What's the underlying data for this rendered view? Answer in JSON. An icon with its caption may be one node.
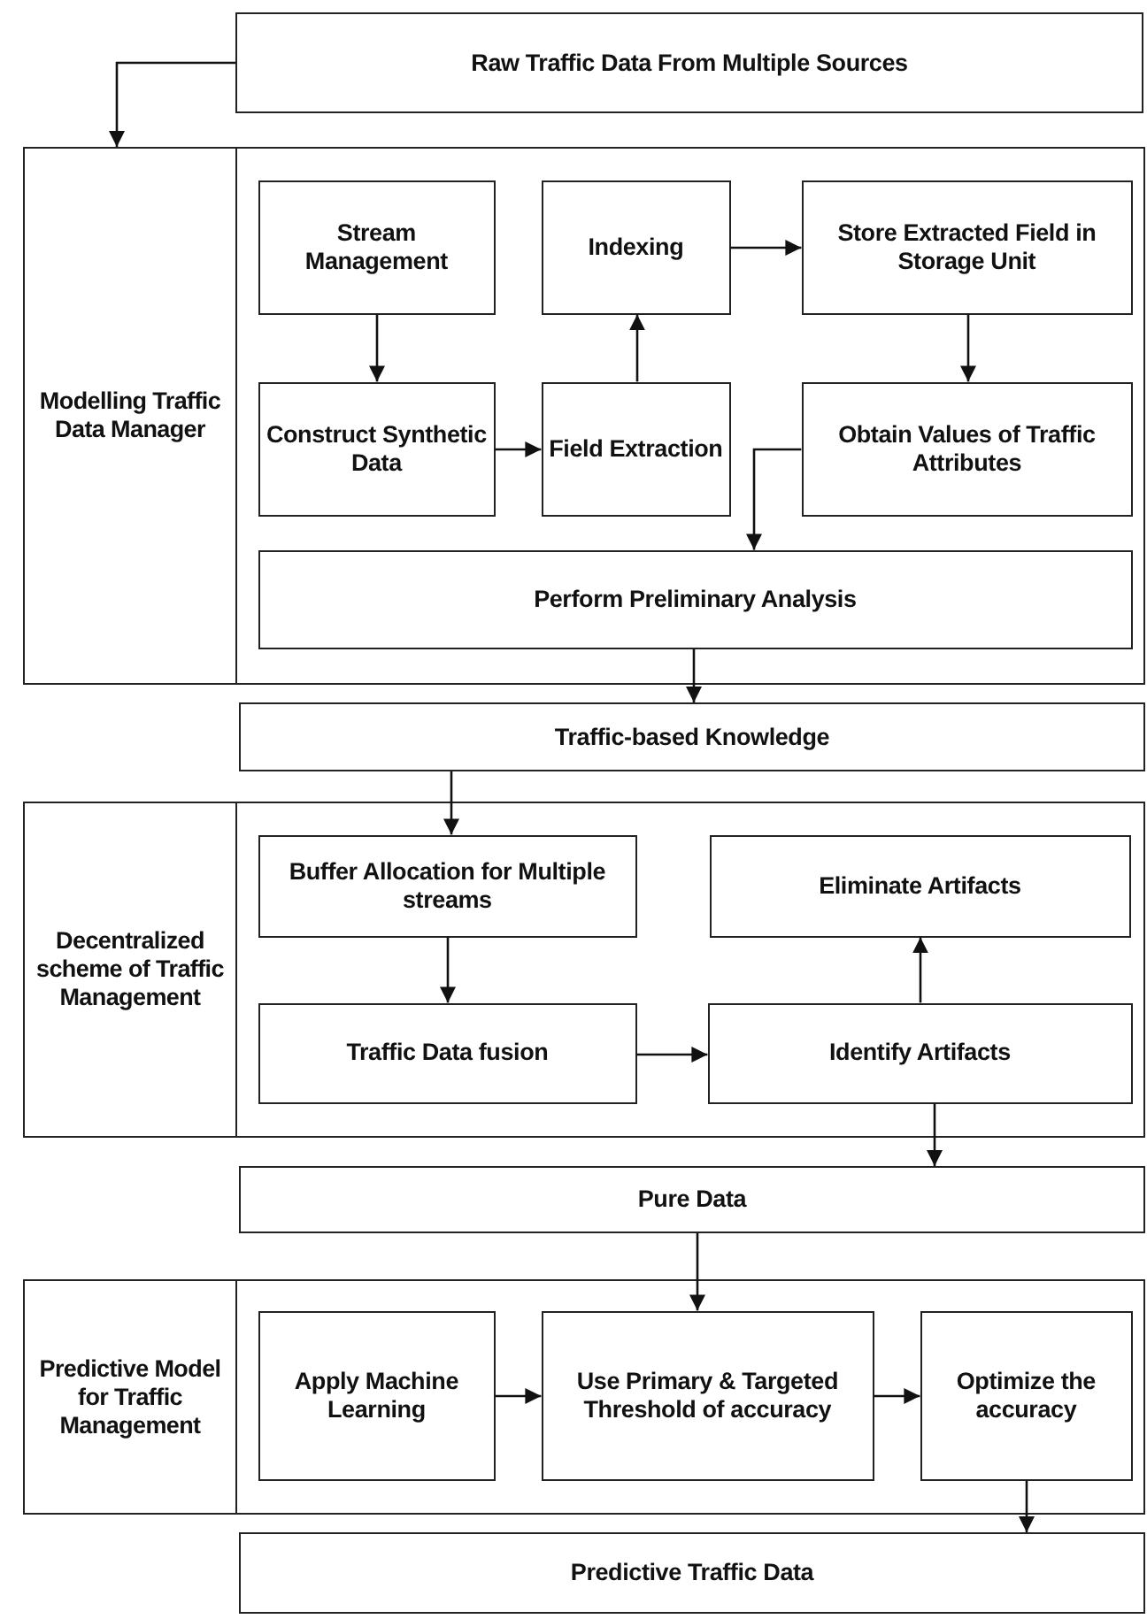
{
  "diagram": {
    "nodes": [
      {
        "text": [
          "Raw Traffic Data From Multiple Sources"
        ]
      },
      {
        "text": [
          "Modelling Traffic Data Manager"
        ]
      },
      {
        "text": [
          "Stream Management"
        ],
        "in": 1
      },
      {
        "text": [
          "Indexing"
        ],
        "in": 1
      },
      {
        "text": [
          "Store Extracted Field in Storage Unit"
        ],
        "in": 1
      },
      {
        "text": [
          "Construct Synthetic Data"
        ],
        "in": 1
      },
      {
        "text": [
          "Field Extraction"
        ],
        "in": 1
      },
      {
        "text": [
          "Obtain Values of Traffic Attributes"
        ],
        "in": 1
      },
      {
        "text": [
          "Perform Preliminary Analysis"
        ],
        "in": 1
      },
      {
        "text": [
          "Traffic-based Knowledge"
        ]
      },
      {
        "text": [
          "Decentralized scheme of Traffic Management"
        ]
      },
      {
        "text": [
          "Buffer Allocation for Multiple streams"
        ],
        "in": 10
      },
      {
        "text": [
          "Eliminate Artifacts"
        ],
        "in": 10
      },
      {
        "text": [
          "Traffic Data fusion"
        ],
        "in": 10
      },
      {
        "text": [
          "Identify Artifacts"
        ],
        "in": 10
      },
      {
        "text": [
          "Pure Data"
        ]
      },
      {
        "text": [
          "Predictive Model for Traffic Management"
        ]
      },
      {
        "text": [
          "Apply Machine Learning"
        ],
        "in": 16
      },
      {
        "text": [
          "Use Primary & Targeted Threshold of accuracy"
        ],
        "in": 16
      },
      {
        "text": [
          "Optimize the accuracy"
        ],
        "in": 16
      },
      {
        "text": [
          "Predictive Traffic Data"
        ]
      }
    ],
    "edges": [
      {
        "from": 0,
        "to": 1,
        "arrow": "to"
      },
      {
        "from": 2,
        "to": 5,
        "arrow": "to"
      },
      {
        "from": 5,
        "to": 6,
        "arrow": "to"
      },
      {
        "from": 6,
        "to": 3,
        "arrow": "to"
      },
      {
        "from": 3,
        "to": 4,
        "arrow": "to"
      },
      {
        "from": 4,
        "to": 7,
        "arrow": "to"
      },
      {
        "from": 7,
        "to": 8,
        "arrow": "to"
      },
      {
        "from": 8,
        "to": 9,
        "arrow": "to"
      },
      {
        "from": 9,
        "to": 11,
        "arrow": "to"
      },
      {
        "from": 11,
        "to": 13,
        "arrow": "to"
      },
      {
        "from": 13,
        "to": 14,
        "arrow": "to"
      },
      {
        "from": 14,
        "to": 12,
        "arrow": "to"
      },
      {
        "from": 14,
        "to": 15,
        "arrow": "to"
      },
      {
        "from": 15,
        "to": 18,
        "arrow": "to"
      },
      {
        "from": 17,
        "to": 18,
        "arrow": "to"
      },
      {
        "from": 18,
        "to": 19,
        "arrow": "to"
      },
      {
        "from": 19,
        "to": 20,
        "arrow": "to"
      }
    ]
  }
}
